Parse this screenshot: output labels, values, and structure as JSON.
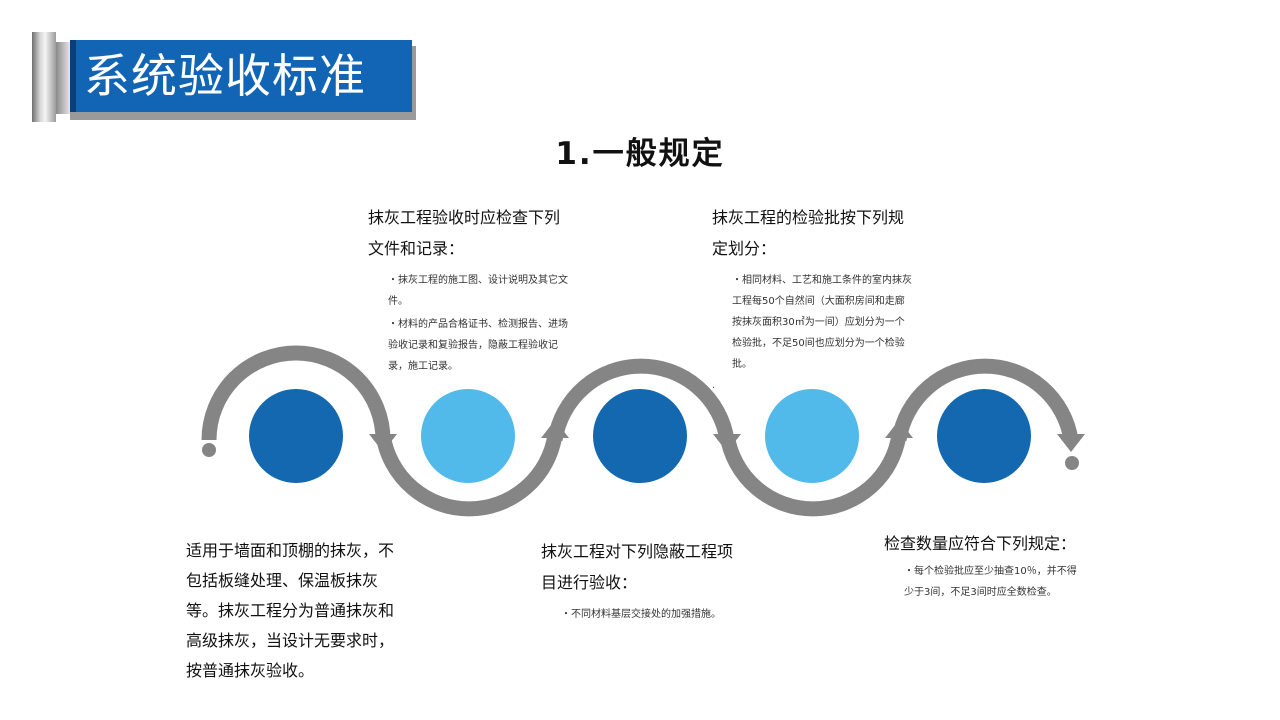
{
  "title": "系统验收标准",
  "subtitle": "1.一般规定",
  "colors": {
    "dark_blue": "#1368b0",
    "light_blue": "#52baeb",
    "arc_gray": "#858585",
    "title_blue": "#1265b4"
  },
  "blocks": {
    "top1": {
      "heading": "抹灰工程验收时应检查下列文件和记录：",
      "bullets": [
        "・抹灰工程的施工图、设计说明及其它文件。",
        "・材料的产品合格证书、检测报告、进场验收记录和复验报告，隐蔽工程验收记录，施工记录。"
      ]
    },
    "top2": {
      "heading": "抹灰工程的检验批按下列规定划分：",
      "bullets": [
        "・相同材料、工艺和施工条件的室内抹灰工程每50个自然间（大面积房间和走廊按抹灰面积30㎡为一间）应划分为一个检验批，不足50间也应划分为一个检验批。"
      ],
      "trailing": "."
    },
    "bottom1": {
      "text": "适用于墙面和顶棚的抹灰，不包括板缝处理、保温板抹灰等。抹灰工程分为普通抹灰和高级抹灰，当设计无要求时，按普通抹灰验收。"
    },
    "bottom2": {
      "heading": "抹灰工程对下列隐蔽工程项目进行验收：",
      "bullets": [
        "・不同材料基层交接处的加强措施。"
      ]
    },
    "bottom3": {
      "heading": "检查数量应符合下列规定：",
      "bullets": [
        "・每个检验批应至少抽查10％，并不得少于3间，不足3间时应全数检查。"
      ]
    }
  }
}
